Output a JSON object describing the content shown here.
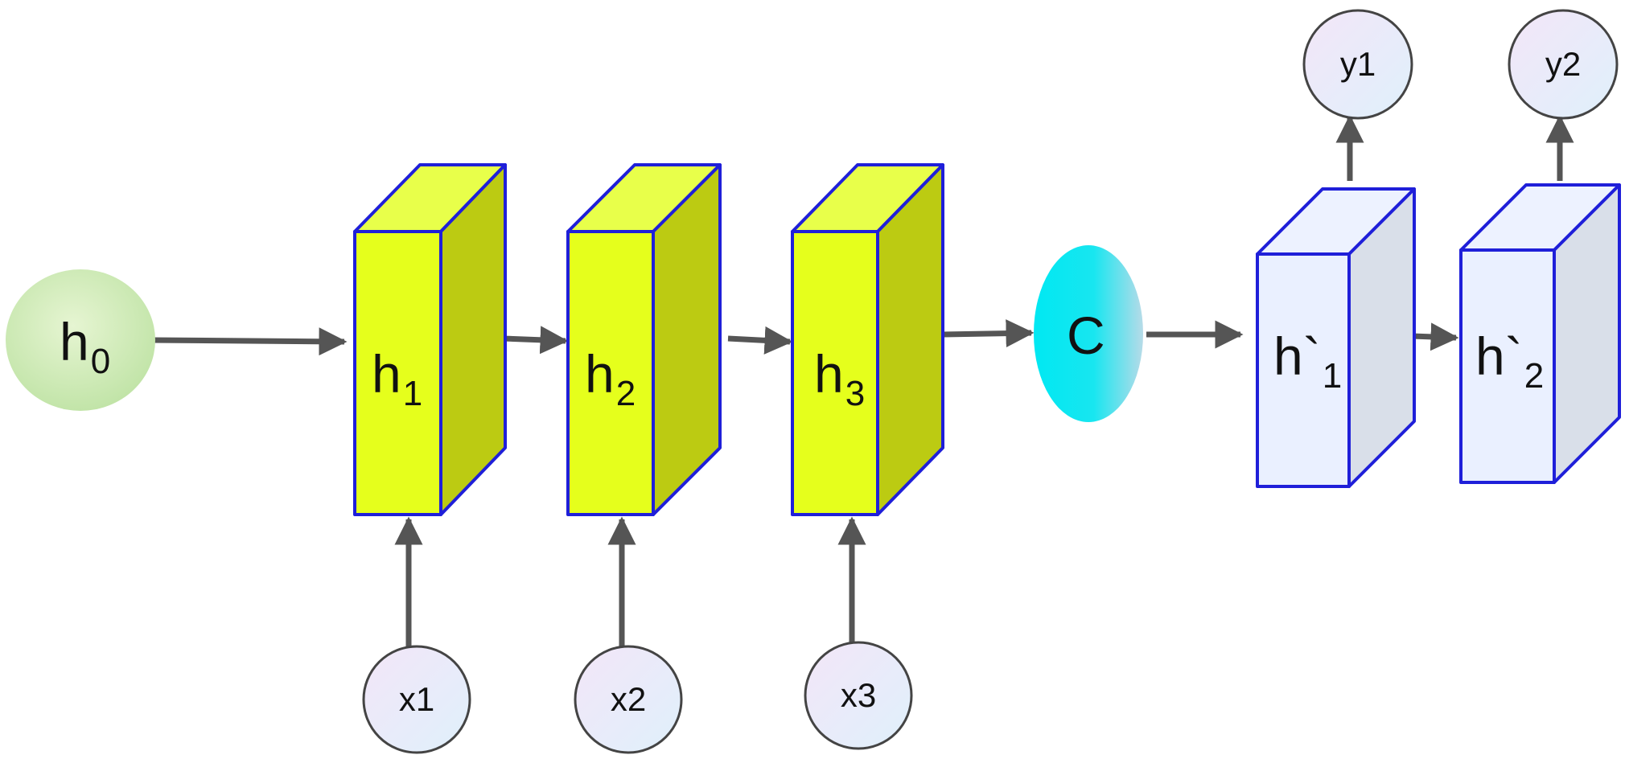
{
  "nodes": {
    "h0": {
      "main": "h",
      "sub": "0"
    },
    "h1": {
      "main": "h",
      "sub": "1"
    },
    "h2": {
      "main": "h",
      "sub": "2"
    },
    "h3": {
      "main": "h",
      "sub": "3"
    },
    "c": {
      "main": "C"
    },
    "hp1": {
      "main": "h`",
      "sub": "1"
    },
    "hp2": {
      "main": "h`",
      "sub": "2"
    },
    "x1": "x1",
    "x2": "x2",
    "x3": "x3",
    "y1": "y1",
    "y2": "y2"
  },
  "colors": {
    "encoder_front": "#e5ff1c",
    "encoder_top": "#e8ff4a",
    "encoder_side": "#bccb12",
    "decoder_front": "#eaf0ff",
    "decoder_top": "#edf2ff",
    "decoder_side": "#d9dfe9",
    "box_border": "#1f1fd9",
    "arrow": "#555555",
    "context": "#18e6f0"
  }
}
